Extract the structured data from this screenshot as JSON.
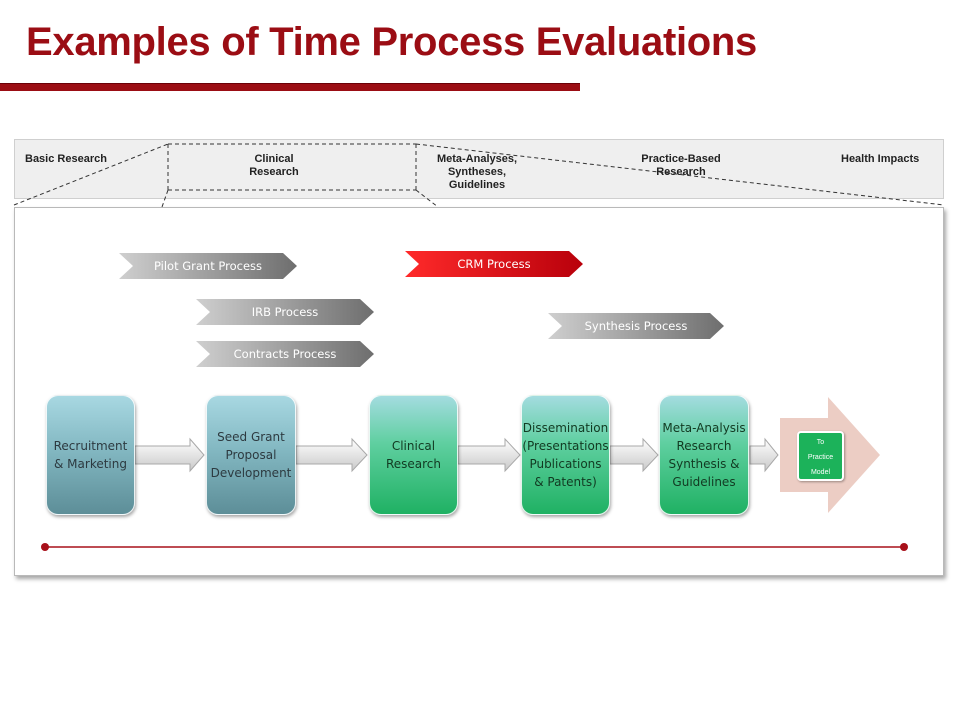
{
  "title": "Examples of Time Process Evaluations",
  "stages": {
    "basic_research": "Basic Research",
    "clinical_research": "Clinical\nResearch",
    "meta_analyses": "Meta-Analyses,\nSyntheses,\nGuidelines",
    "practice_based": "Practice-Based\nResearch",
    "health_impacts": "Health Impacts"
  },
  "processes": {
    "pilot_grant": "Pilot Grant Process",
    "irb": "IRB Process",
    "contracts": "Contracts Process",
    "crm": "CRM Process",
    "synthesis": "Synthesis Process"
  },
  "phases": {
    "recruitment": "Recruitment\n& Marketing",
    "seed_grant": "Seed Grant\nProposal\nDevelopment",
    "clinical": "Clinical\nResearch",
    "dissemination": "Dissemination\n(Presentations\nPublications\n& Patents)",
    "meta_analysis": "Meta-Analysis\nResearch\nSynthesis &\nGuidelines",
    "to_practice": "To\nPractice\nModel"
  },
  "colors": {
    "title_red": "#9b0d14",
    "crm_red": "#e00010",
    "process_gray": "#8c8c8c",
    "phase_blue": "#83b8c2",
    "phase_green": "#1fb163",
    "timeline_red": "#a8101a",
    "practice_arrow": "#eccdc4"
  }
}
